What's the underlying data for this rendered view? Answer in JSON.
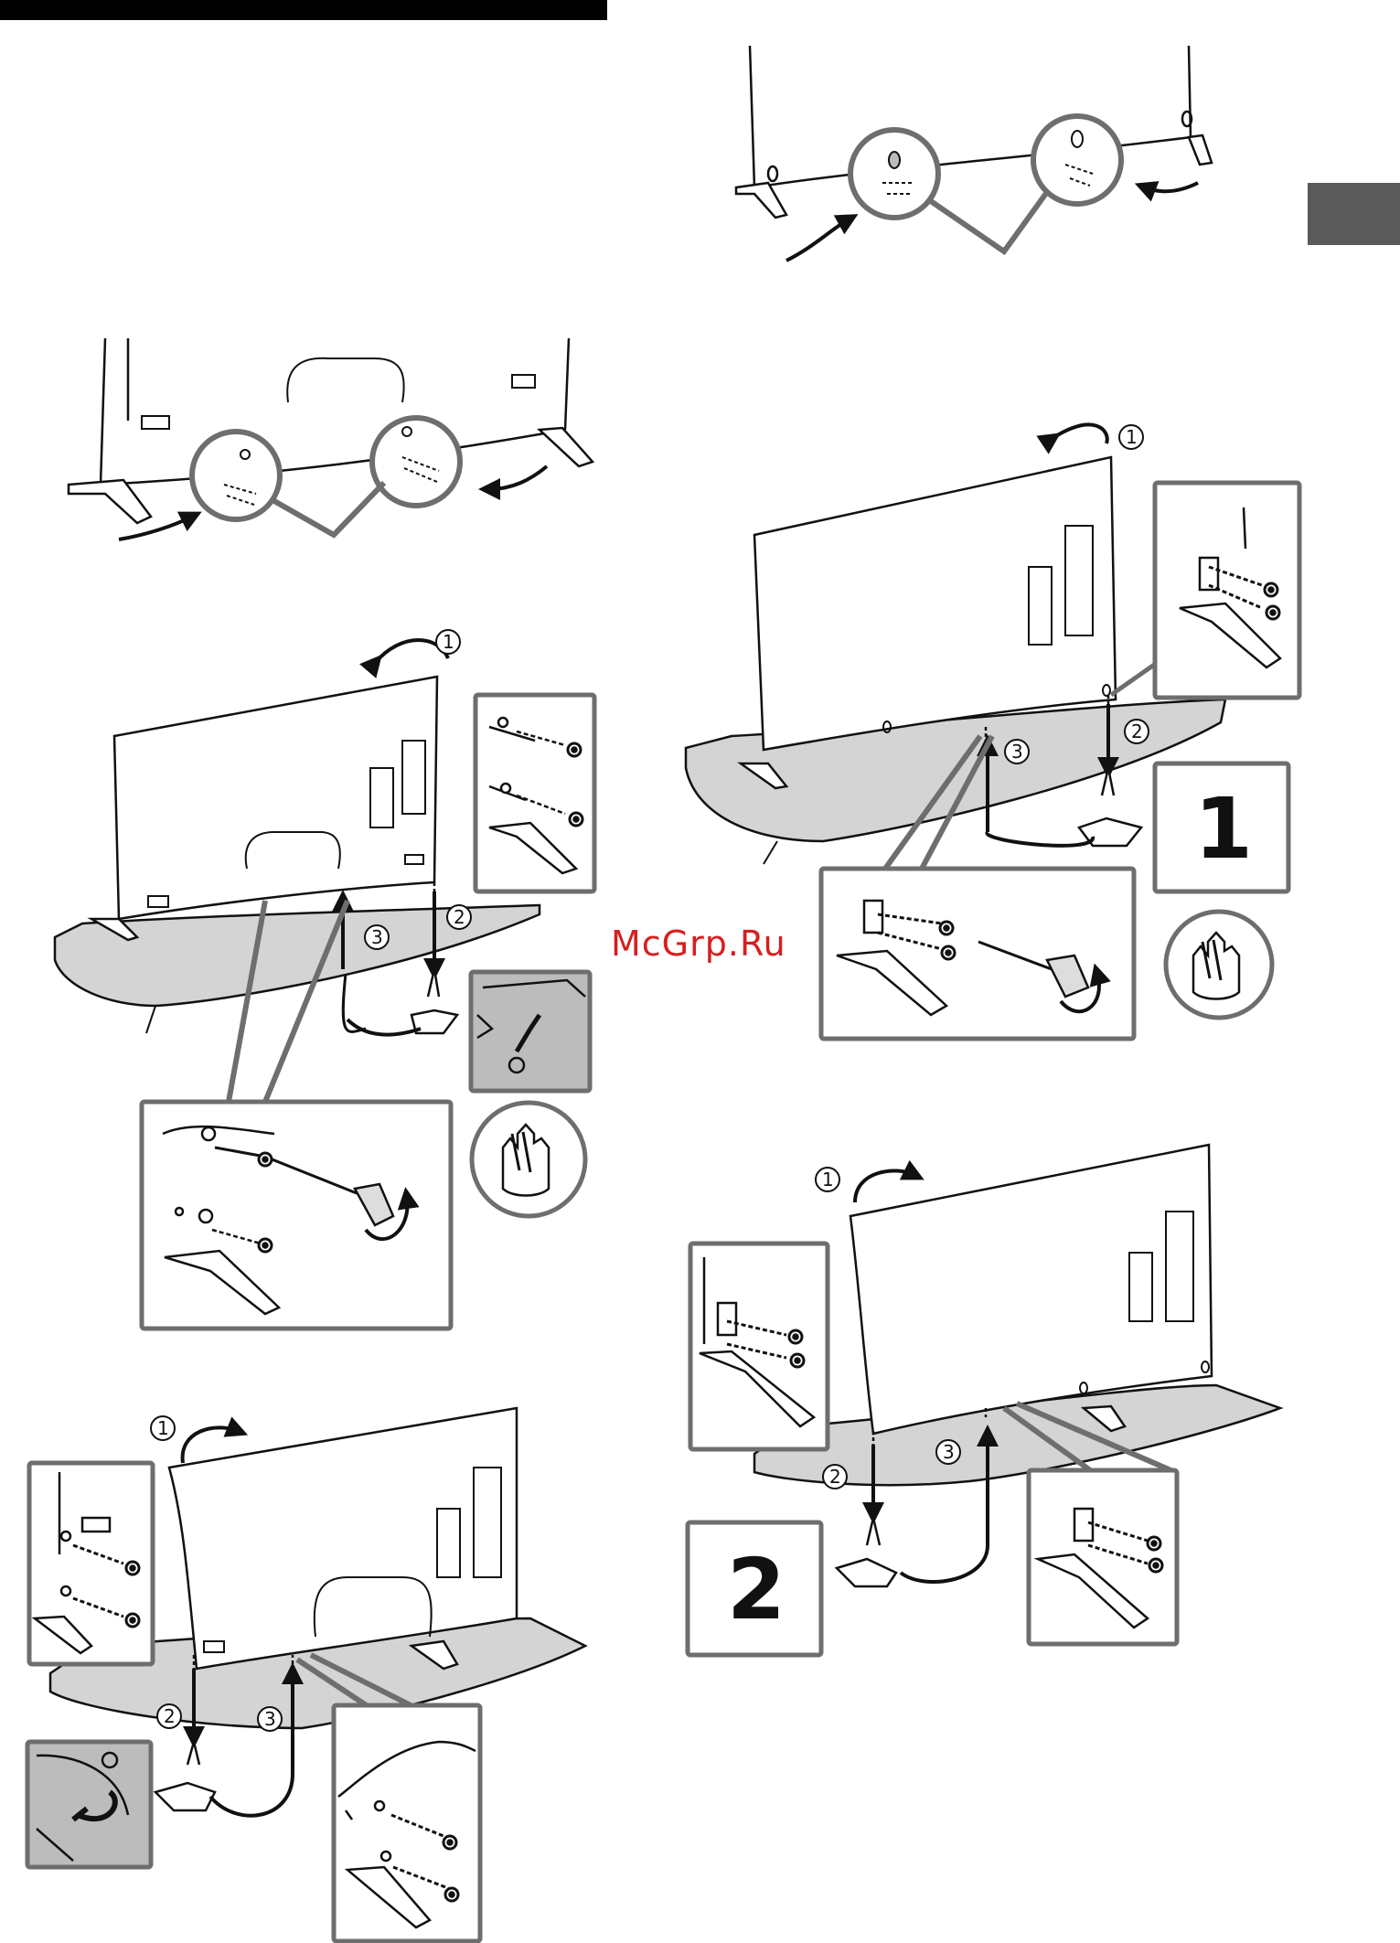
{
  "watermark": {
    "text": "McGrp.Ru"
  },
  "steps": {
    "s1": "1",
    "s2": "2",
    "s3": "3"
  },
  "boxes": {
    "box1": "1",
    "box2": "2"
  },
  "colors": {
    "outline": "#111111",
    "callout_gray": "#6e6e6e",
    "tab_gray": "#5a5a5a",
    "stand_gray": "#d4d4d4",
    "watermark_red": "#d61f1f"
  },
  "icons": [
    "rotate-arrow-icon",
    "screw-icon",
    "screwdriver-icon",
    "caution-hand-icon"
  ]
}
